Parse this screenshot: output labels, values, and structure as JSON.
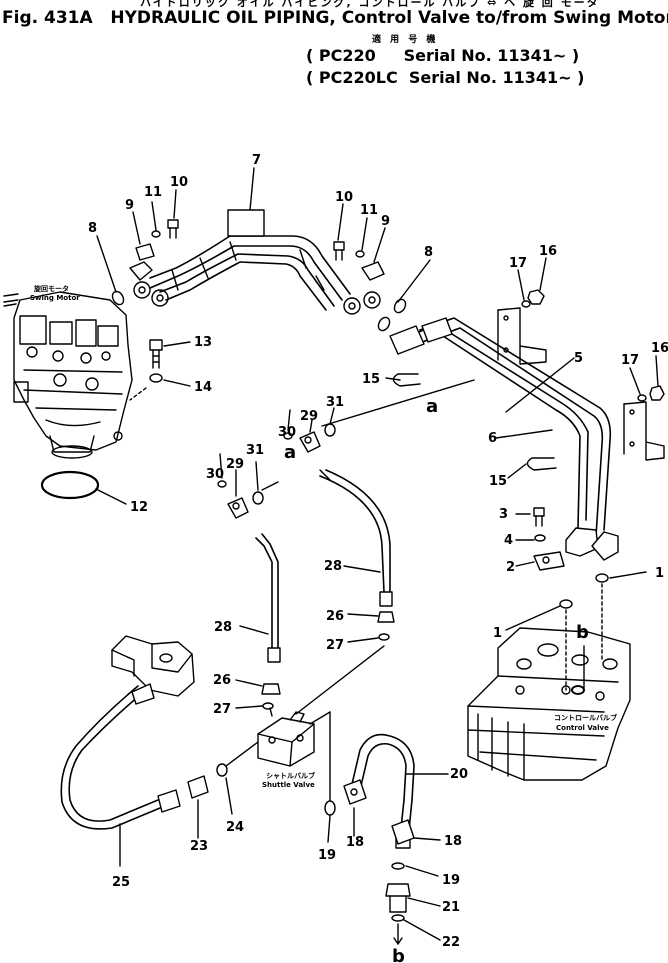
{
  "header": {
    "jp_line": "ハイドロリック オイル パイピング, コントロール バルブ ⇔ ヘ 旋 回 モータ",
    "fig_title": "Fig. 431A   HYDRAULIC OIL PIPING, Control Valve to∕from Swing Motor",
    "applicable_jp": "適 用 号 機",
    "serial_1": "( PC220     Serial No. 11341~ )",
    "serial_2": "( PC220LC  Serial No. 11341~ )"
  },
  "components": {
    "swing_motor_jp": "旋回モータ",
    "swing_motor": "Swing Motor",
    "control_valve_jp": "コントロールバルブ",
    "control_valve": "Control Valve",
    "shuttle_valve_jp": "シャトルバルブ",
    "shuttle_valve": "Shuttle Valve"
  },
  "callouts": {
    "c1": "1",
    "c2": "2",
    "c3": "3",
    "c4": "4",
    "c5": "5",
    "c6": "6",
    "c7": "7",
    "c8": "8",
    "c9": "9",
    "c10": "10",
    "c11": "11",
    "c12": "12",
    "c13": "13",
    "c14": "14",
    "c15": "15",
    "c16": "16",
    "c17": "17",
    "c18": "18",
    "c19": "19",
    "c20": "20",
    "c21": "21",
    "c22": "22",
    "c23": "23",
    "c24": "24",
    "c25": "25",
    "c26": "26",
    "c27": "27",
    "c28": "28",
    "c29": "29",
    "c30": "30",
    "c31": "31",
    "ref_a": "a",
    "ref_b": "b"
  }
}
